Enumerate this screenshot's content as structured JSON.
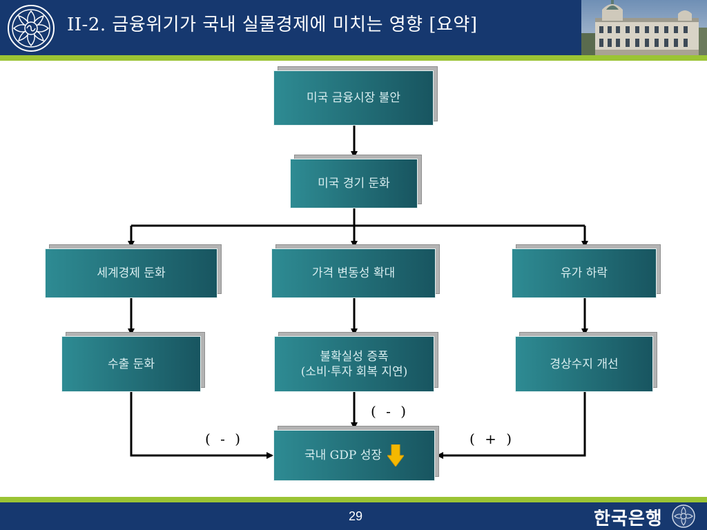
{
  "header": {
    "title": "II-2. 금융위기가 국내 실물경제에 미치는 영향 [요약]"
  },
  "nodes": {
    "us_market": "미국 금융시장 불안",
    "us_economy": "미국 경기 둔화",
    "world_economy": "세계경제 둔화",
    "price_volatility": "가격 변동성 확대",
    "oil_price": "유가 하락",
    "export": "수출 둔화",
    "uncertainty_line1": "불확실성 증폭",
    "uncertainty_line2": "(소비·투자 회복 지연)",
    "current_account": "경상수지 개선",
    "gdp": "국내 GDP 성장"
  },
  "signs": {
    "left": "( - )",
    "middle": "( - )",
    "right": "( + )"
  },
  "footer": {
    "page": "29",
    "brand": "한국은행"
  },
  "colors": {
    "navy": "#16386f",
    "green": "#9bc434",
    "teal": "#237079",
    "arrow_yellow": "#f5b800"
  }
}
